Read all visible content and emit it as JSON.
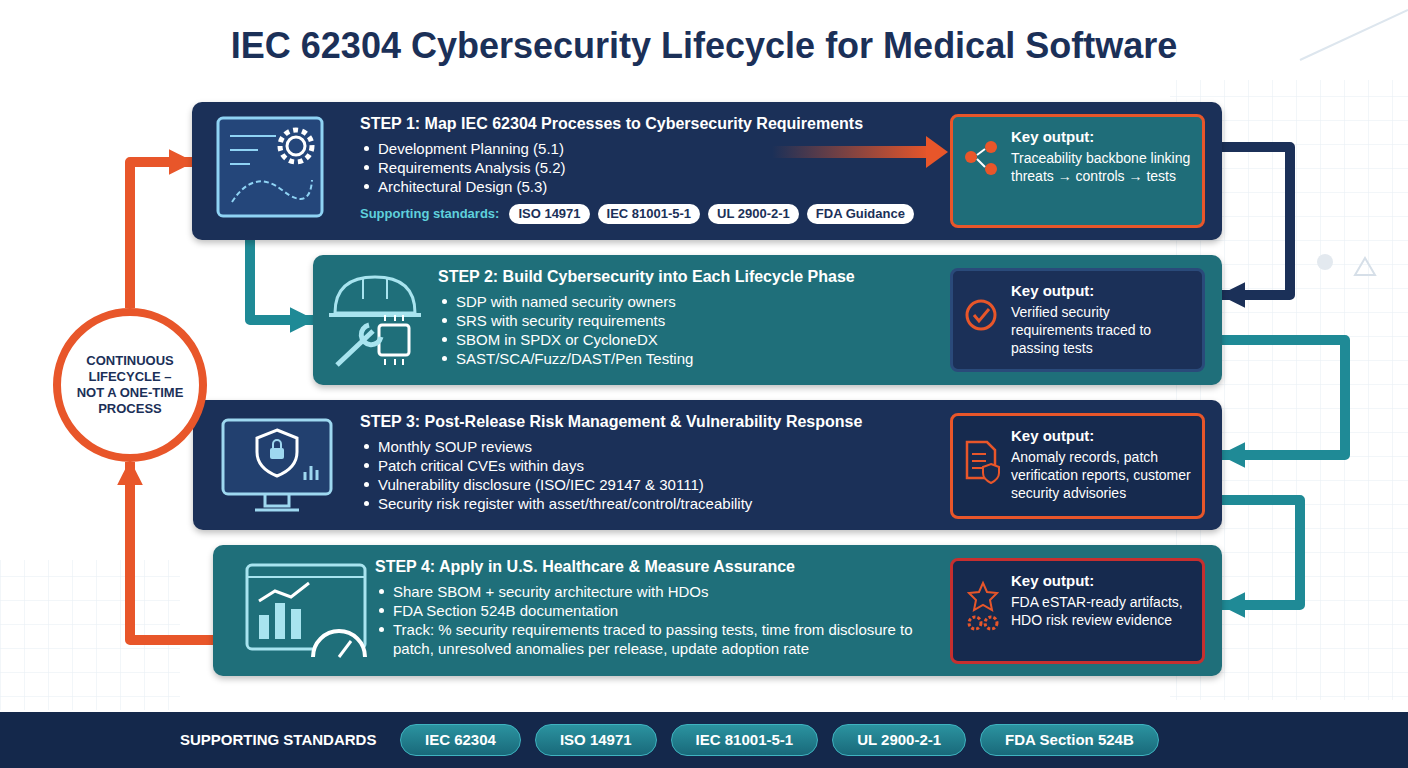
{
  "diagram": {
    "title": "IEC 62304 Cybersecurity Lifecycle for Medical Software",
    "nodes": [
      {
        "text": [
          "STEP 1: Map IEC 62304 Processes to Cybersecurity Requirements",
          "Development Planning (5.1)",
          "Requirements Analysis (5.2)",
          "Architectural Design (5.3)",
          "Supporting standards:"
        ]
      },
      {
        "text": [
          "ISO 14971"
        ],
        "in": 0
      },
      {
        "text": [
          "IEC 81001-5-1"
        ],
        "in": 0
      },
      {
        "text": [
          "UL 2900-2-1"
        ],
        "in": 0
      },
      {
        "text": [
          "FDA Guidance"
        ],
        "in": 0
      },
      {
        "text": [
          "Key output:",
          "Traceability backbone linking threats → controls → tests"
        ],
        "in": 0
      },
      {
        "text": [
          "STEP 2: Build Cybersecurity into Each Lifecycle Phase",
          "SDP with named security owners",
          "SRS with security requirements",
          "SBOM in SPDX or CycloneDX",
          "SAST/SCA/Fuzz/DAST/Pen Testing"
        ]
      },
      {
        "text": [
          "Key output:",
          "Verified security requirements traced to passing tests"
        ],
        "in": 6
      },
      {
        "text": [
          "STEP 3: Post-Release Risk Management & Vulnerability Response",
          "Monthly SOUP reviews",
          "Patch critical CVEs within days",
          "Vulnerability disclosure (ISO/IEC 29147 & 30111)",
          "Security risk register with asset/threat/control/traceability"
        ]
      },
      {
        "text": [
          "Key output:",
          "Anomaly records, patch verification reports, customer security advisories"
        ],
        "in": 8
      },
      {
        "text": [
          "STEP 4: Apply in U.S. Healthcare & Measure Assurance",
          "Share SBOM + security architecture with HDOs",
          "FDA Section 524B documentation",
          "Track: % security requirements traced to passing tests, time from disclosure to patch, unresolved anomalies per release, update adoption rate"
        ]
      },
      {
        "text": [
          "Key output:",
          "FDA eSTAR-ready artifacts, HDO risk review evidence"
        ],
        "in": 10
      },
      {
        "text": [
          "CONTINUOUS LIFECYCLE – NOT A ONE-TIME PROCESS"
        ]
      },
      {
        "text": [
          "SUPPORTING STANDARDS"
        ]
      },
      {
        "text": [
          "IEC 62304"
        ],
        "in": 13
      },
      {
        "text": [
          "ISO 14971"
        ],
        "in": 13
      },
      {
        "text": [
          "IEC 81001-5-1"
        ],
        "in": 13
      },
      {
        "text": [
          "UL 2900-2-1"
        ],
        "in": 13
      },
      {
        "text": [
          "FDA Section 524B"
        ],
        "in": 13
      }
    ],
    "edges": [
      {
        "from": 0,
        "to": 6,
        "arrow": "to"
      },
      {
        "from": 0,
        "to": 6,
        "arrow": "to"
      },
      {
        "from": 6,
        "to": 8,
        "arrow": "to"
      },
      {
        "from": 8,
        "to": 10,
        "arrow": "to"
      },
      {
        "from": 10,
        "to": 12,
        "arrow": "to"
      },
      {
        "from": 12,
        "to": 0,
        "arrow": "to"
      }
    ]
  }
}
